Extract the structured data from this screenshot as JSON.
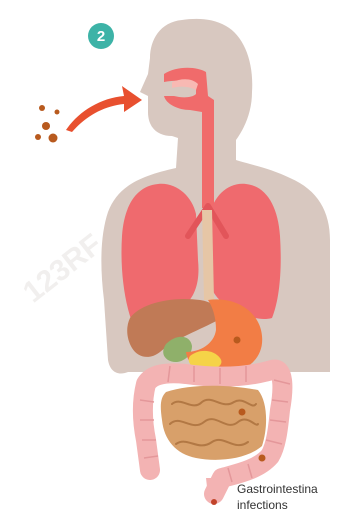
{
  "step_badge": {
    "number": "2",
    "color": "#3db3a7"
  },
  "caption": {
    "line1": "Gastrointestina",
    "line2": "infections"
  },
  "watermark": {
    "text": "123RF"
  },
  "colors": {
    "body_silhouette": "#d8c8c0",
    "respiratory": "#f06b6b",
    "lungs": "#ef6a6e",
    "arrow": "#e8502f",
    "particles": "#b85a1e",
    "colon": "#f3b3b3",
    "small_intestine": "#d8a06a",
    "stomach": "#f27d45",
    "liver": "#c07a56",
    "gallbladder": "#8fb06a"
  }
}
